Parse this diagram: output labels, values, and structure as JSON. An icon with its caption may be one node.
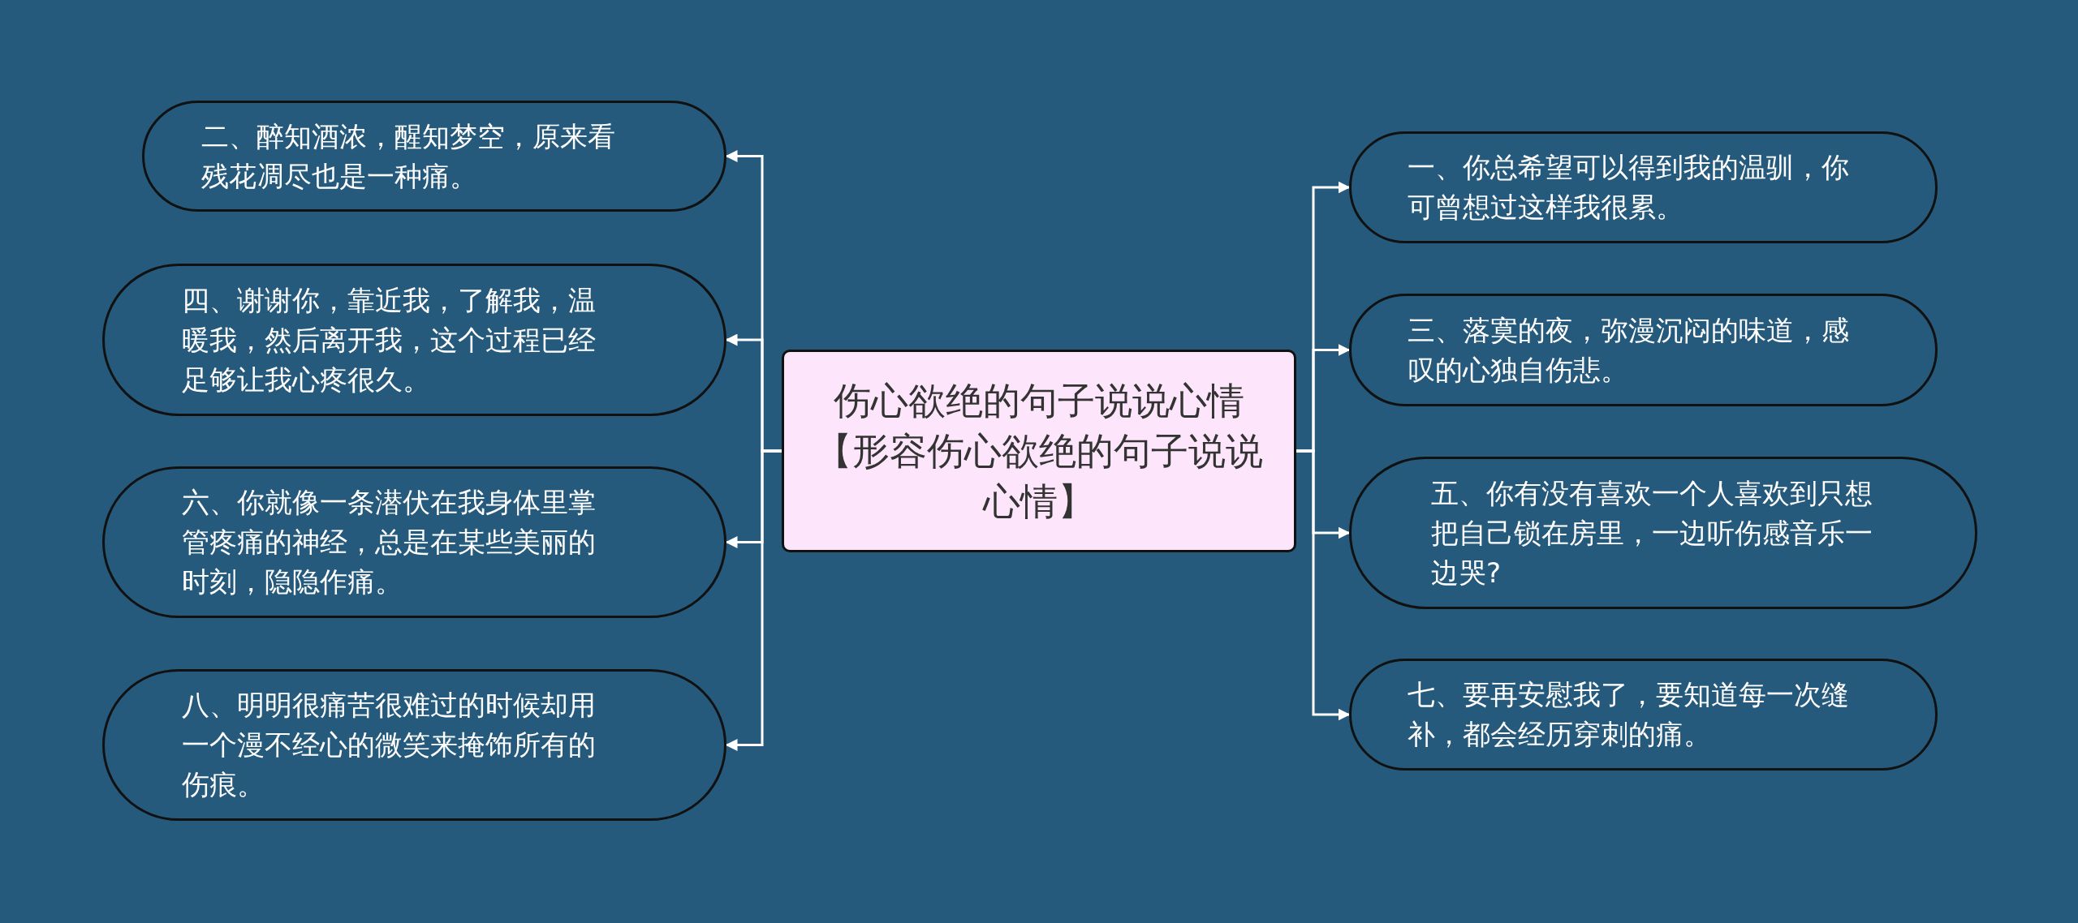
{
  "diagram": {
    "nodes": [
      {
        "text": [
          "伤心欲绝的句子说说心情【形容伤心欲绝的句子说说心情】"
        ]
      },
      {
        "text": [
          "二、醉知酒浓，醒知梦空，原来看残花凋尽也是一种痛。"
        ]
      },
      {
        "text": [
          "四、谢谢你，靠近我，了解我，温暖我，然后离开我，这个过程已经足够让我心疼很久。"
        ]
      },
      {
        "text": [
          "六、你就像一条潜伏在我身体里掌管疼痛的神经，总是在某些美丽的时刻，隐隐作痛。"
        ]
      },
      {
        "text": [
          "八、明明很痛苦很难过的时候却用一个漫不经心的微笑来掩饰所有的伤痕。"
        ]
      },
      {
        "text": [
          "一、你总希望可以得到我的温驯，你可曾想过这样我很累。"
        ]
      },
      {
        "text": [
          "三、落寞的夜，弥漫沉闷的味道，感叹的心独自伤悲。"
        ]
      },
      {
        "text": [
          "五、你有没有喜欢一个人喜欢到只想把自己锁在房里，一边听伤感音乐一边哭?"
        ]
      },
      {
        "text": [
          "七、要再安慰我了，要知道每一次缝补，都会经历穿刺的痛。"
        ]
      }
    ],
    "edges": [
      {
        "from": 0,
        "to": 1,
        "arrow": "to"
      },
      {
        "from": 0,
        "to": 2,
        "arrow": "to"
      },
      {
        "from": 0,
        "to": 3,
        "arrow": "to"
      },
      {
        "from": 0,
        "to": 4,
        "arrow": "to"
      },
      {
        "from": 0,
        "to": 5,
        "arrow": "to"
      },
      {
        "from": 0,
        "to": 6,
        "arrow": "to"
      },
      {
        "from": 0,
        "to": 7,
        "arrow": "to"
      },
      {
        "from": 0,
        "to": 8,
        "arrow": "to"
      }
    ]
  }
}
